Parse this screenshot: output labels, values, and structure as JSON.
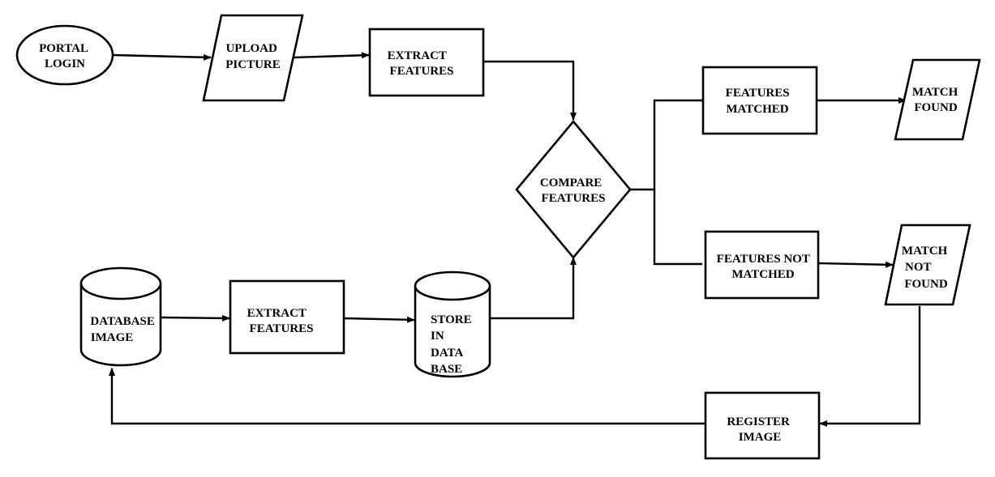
{
  "diagram": {
    "nodes": {
      "portal_login": {
        "lines": [
          "PORTAL",
          "LOGIN"
        ]
      },
      "upload_picture": {
        "lines": [
          "UPLOAD",
          "PICTURE"
        ]
      },
      "extract_features_top": {
        "lines": [
          "EXTRACT",
          "FEATURES"
        ]
      },
      "compare_features": {
        "lines": [
          "COMPARE",
          "FEATURES"
        ]
      },
      "features_matched": {
        "lines": [
          "FEATURES",
          "MATCHED"
        ]
      },
      "match_found": {
        "lines": [
          "MATCH",
          "FOUND"
        ]
      },
      "features_not_matched": {
        "lines": [
          "FEATURES NOT",
          "MATCHED"
        ]
      },
      "match_not_found": {
        "lines": [
          "MATCH",
          "NOT",
          "FOUND"
        ]
      },
      "database_image": {
        "lines": [
          "DATABASE",
          "IMAGE"
        ]
      },
      "extract_features_bottom": {
        "lines": [
          "EXTRACT",
          "FEATURES"
        ]
      },
      "store_in_database": {
        "lines": [
          "STORE",
          "IN",
          "DATA",
          "BASE"
        ]
      },
      "register_image": {
        "lines": [
          "REGISTER",
          "IMAGE"
        ]
      }
    }
  }
}
